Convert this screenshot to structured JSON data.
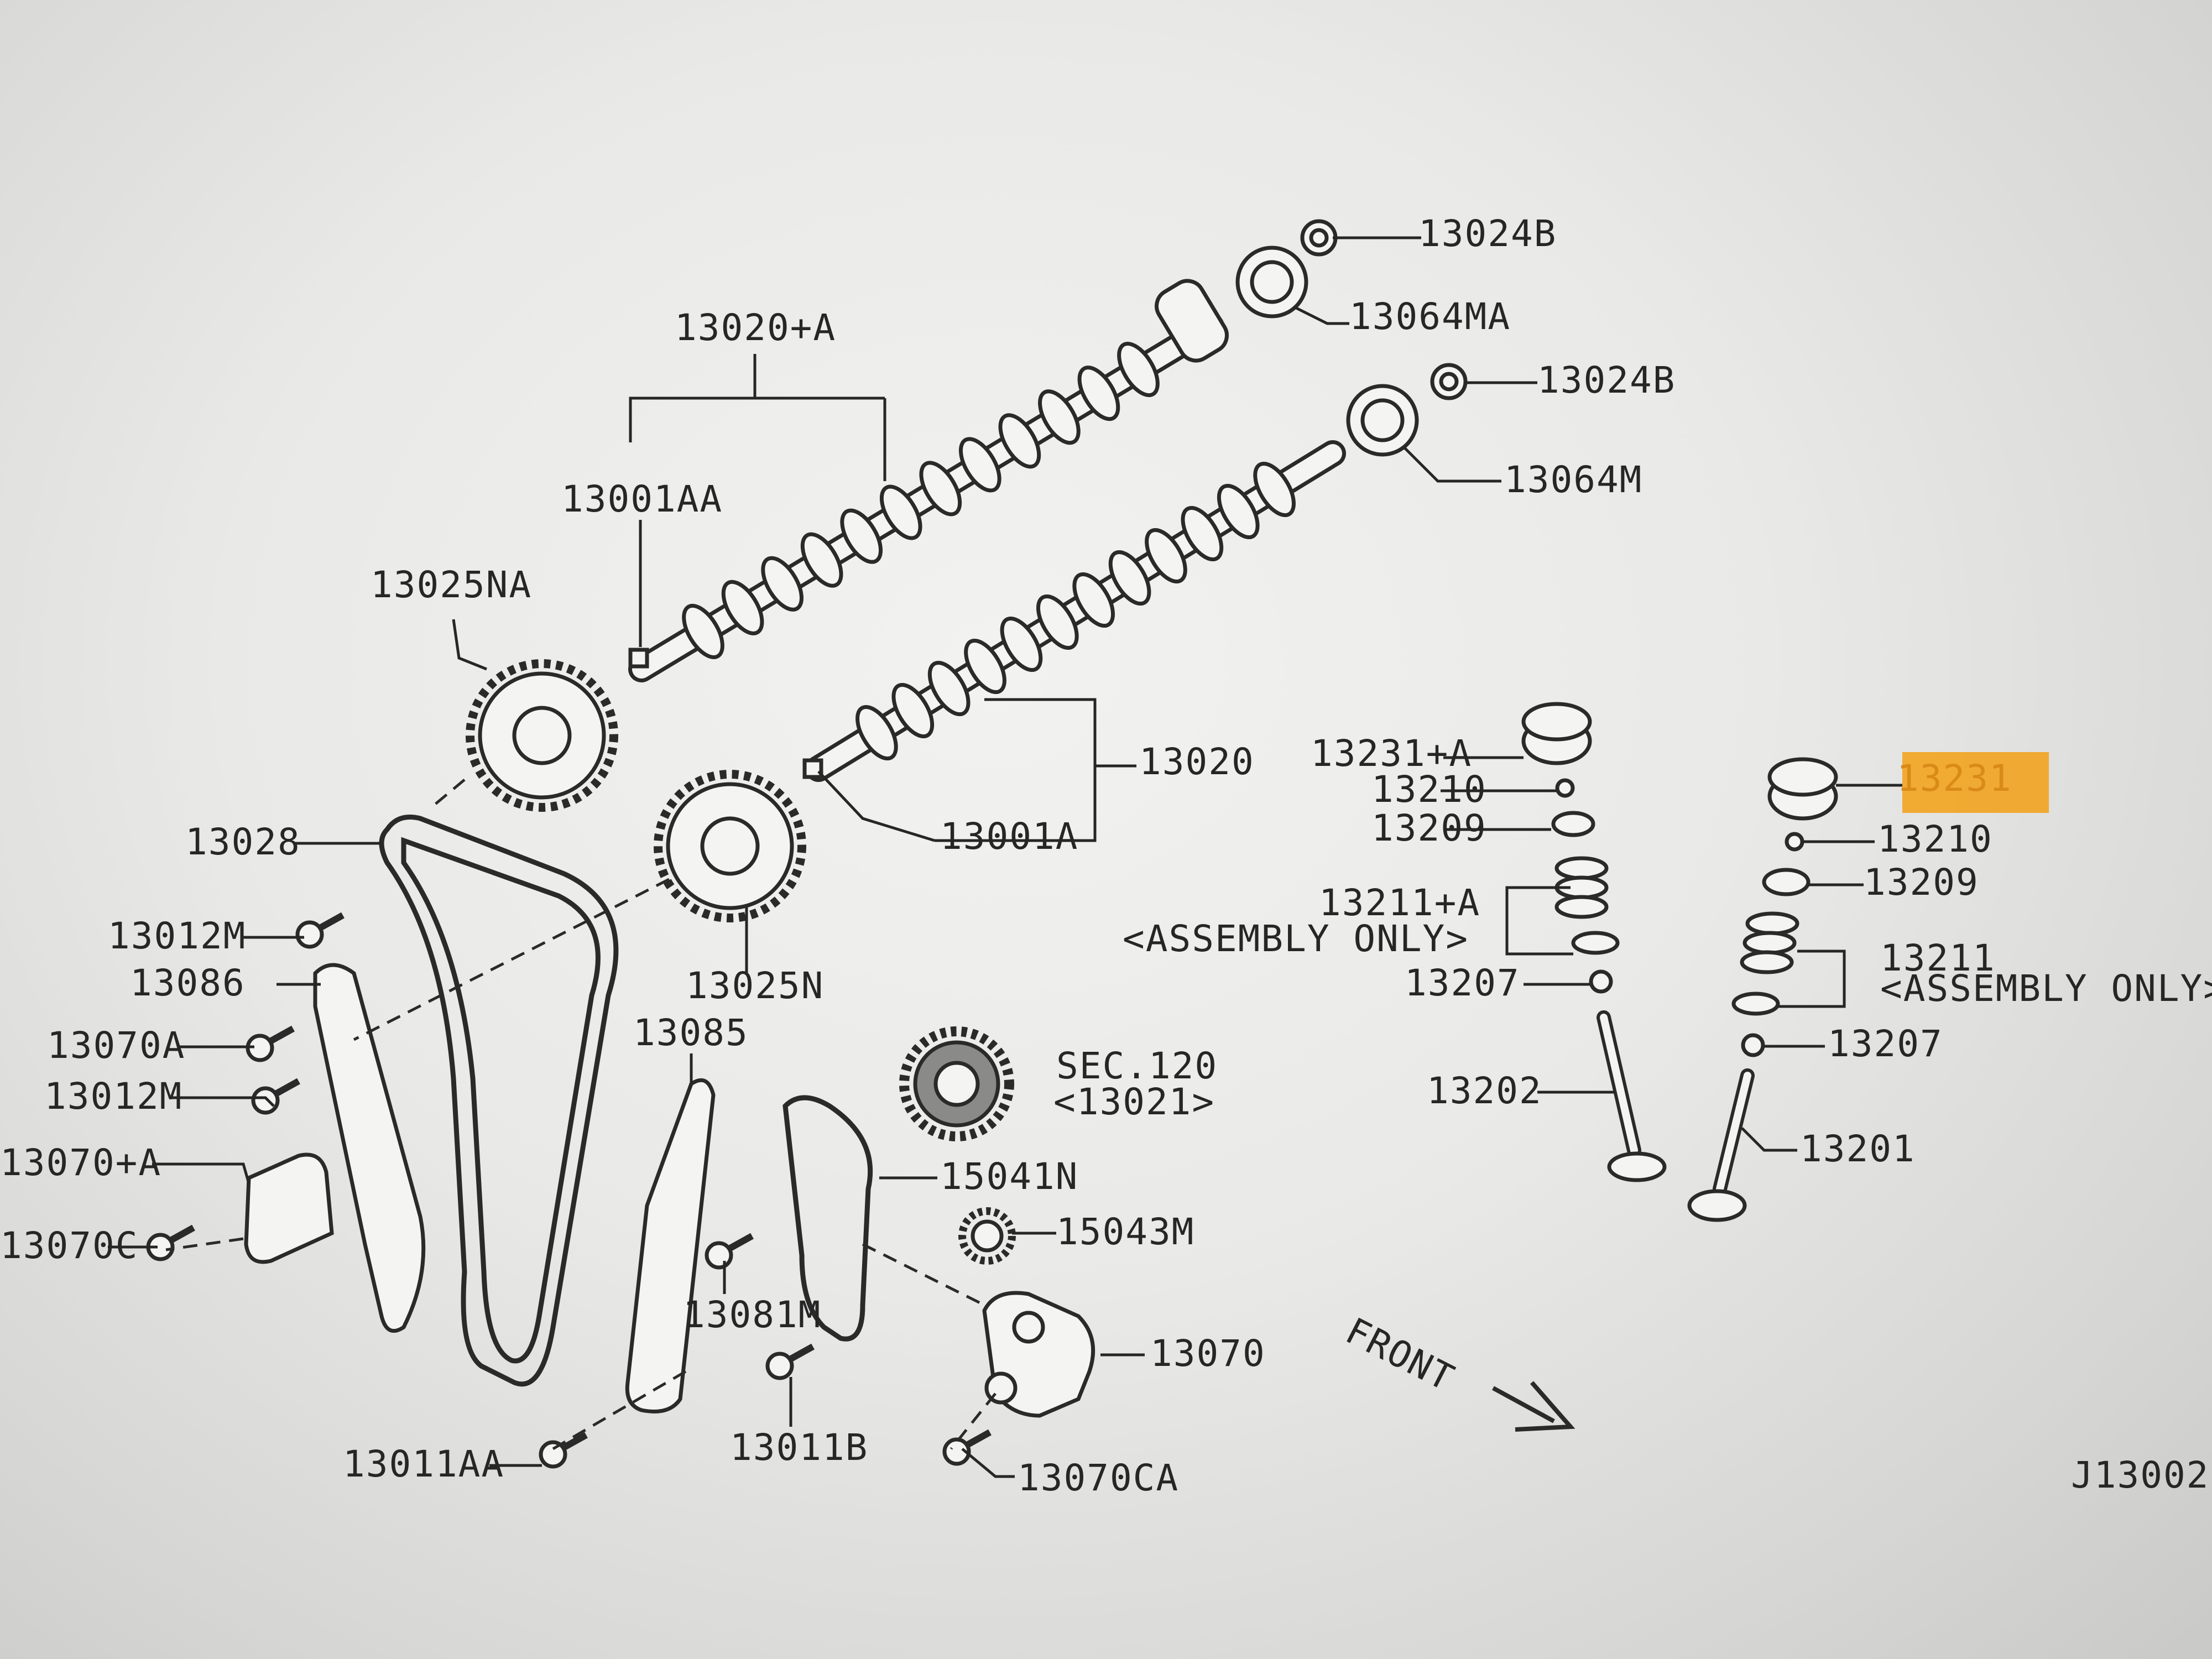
{
  "labels": {
    "l_13024b_a": "13024B",
    "l_13064ma": "13064MA",
    "l_13020a": "13020+A",
    "l_13024b_b": "13024B",
    "l_13064m": "13064M",
    "l_13001aa": "13001AA",
    "l_13025na": "13025NA",
    "l_13020": "13020",
    "l_13001a": "13001A",
    "l_13231a": "13231+A",
    "l_13231": "13231",
    "l_13210_a": "13210",
    "l_13210_b": "13210",
    "l_13209_a": "13209",
    "l_13209_b": "13209",
    "l_13211a": "13211+A",
    "l_assembly_a": "<ASSEMBLY ONLY>",
    "l_13211": "13211",
    "l_assembly_b": "<ASSEMBLY ONLY>",
    "l_13207_a": "13207",
    "l_13207_b": "13207",
    "l_13202": "13202",
    "l_13201": "13201",
    "l_13028": "13028",
    "l_13012m_a": "13012M",
    "l_13086": "13086",
    "l_13025n": "13025N",
    "l_13070a": "13070A",
    "l_13012m_b": "13012M",
    "l_13085": "13085",
    "l_sec120": "SEC.120",
    "l_13021": "<13021>",
    "l_13070pa": "13070+A",
    "l_13070c": "13070C",
    "l_15041n": "15041N",
    "l_15043m": "15043M",
    "l_13081m": "13081M",
    "l_13070": "13070",
    "l_front": "FRONT",
    "l_13011aa": "13011AA",
    "l_13011b": "13011B",
    "l_13070ca": "13070CA",
    "l_ref": "J13002"
  },
  "highlight": {
    "target": "13231",
    "color": "#f2a31f"
  },
  "colors": {
    "ink": "#262626",
    "paper": "#efefed"
  }
}
